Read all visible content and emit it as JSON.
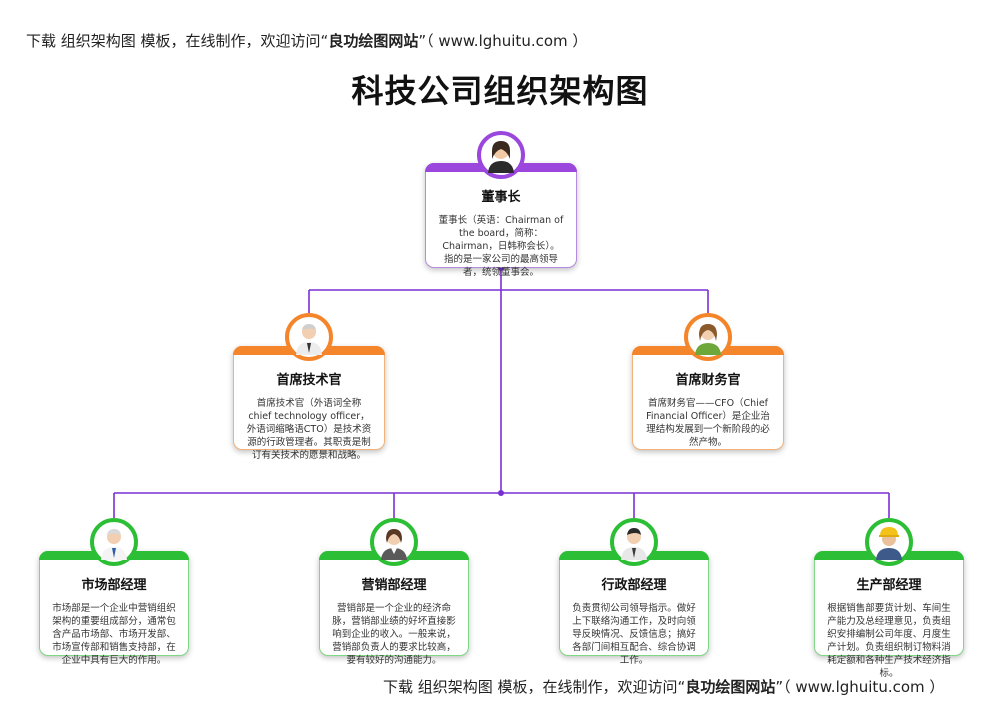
{
  "banner": {
    "prefix": "下载 组织架构图 模板，在线制作，欢迎访问“",
    "site": "良功绘图网站",
    "suffix": "”（ www.lghuitu.com ）"
  },
  "title": "科技公司组织架构图",
  "nodes": {
    "chairman": {
      "role": "董事长",
      "desc": "董事长（英语：Chairman of the board，简称：Chairman，日韩称会长）。指的是一家公司的最高领导者，统领董事会。"
    },
    "cto": {
      "role": "首席技术官",
      "desc": "首席技术官（外语词全称chief technology officer，外语词缩略语CTO）是技术资源的行政管理者。其职责是制订有关技术的愿景和战略。"
    },
    "cfo": {
      "role": "首席财务官",
      "desc": "首席财务官——CFO（Chief Financial Officer）是企业治理结构发展到一个新阶段的必然产物。"
    },
    "marketing": {
      "role": "市场部经理",
      "desc": "市场部是一个企业中营销组织架构的重要组成部分，通常包含产品市场部、市场开发部、市场宣传部和销售支持部，在企业中具有巨大的作用。"
    },
    "sales": {
      "role": "营销部经理",
      "desc": "营销部是一个企业的经济命脉，营销部业绩的好坏直接影响到企业的收入。一般来说，营销部负责人的要求比较高，要有较好的沟通能力。"
    },
    "admin": {
      "role": "行政部经理",
      "desc": "负责贯彻公司领导指示。做好上下联络沟通工作，及时向领导反映情况、反馈信息；搞好各部门间相互配合、综合协调工作。"
    },
    "production": {
      "role": "生产部经理",
      "desc": "根据销售部要货计划、车间生产能力及总经理意见，负责组织安排编制公司年度、月度生产计划。负责组织制订物料消耗定额和各种生产技术经济指标。"
    }
  },
  "colors": {
    "purple": "#9b46dc",
    "orange": "#f5852a",
    "green": "#2cbf35"
  }
}
